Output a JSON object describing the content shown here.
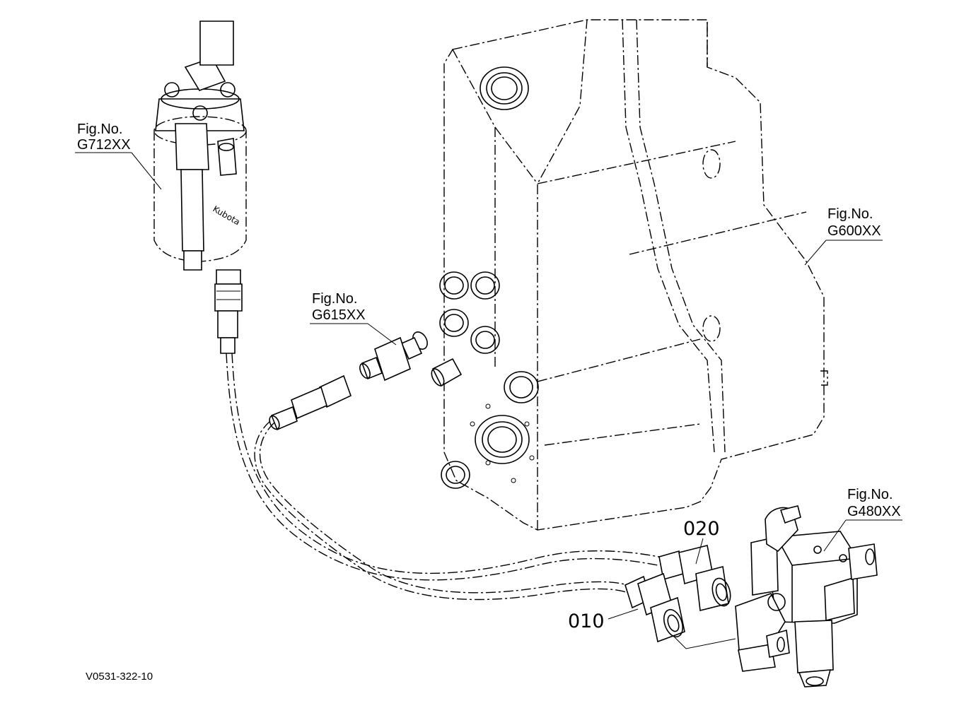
{
  "diagram": {
    "references": [
      {
        "id": "g712",
        "line1": "Fig.No.",
        "line2": "G712XX"
      },
      {
        "id": "g615",
        "line1": "Fig.No.",
        "line2": "G615XX"
      },
      {
        "id": "g600",
        "line1": "Fig.No.",
        "line2": "G600XX"
      },
      {
        "id": "g480",
        "line1": "Fig.No.",
        "line2": "G480XX"
      }
    ],
    "parts": [
      {
        "id": "p020",
        "number": "020"
      },
      {
        "id": "p010",
        "number": "010"
      }
    ],
    "filter_brand": "Kubota",
    "drawing_code": "V0531-322-10"
  }
}
